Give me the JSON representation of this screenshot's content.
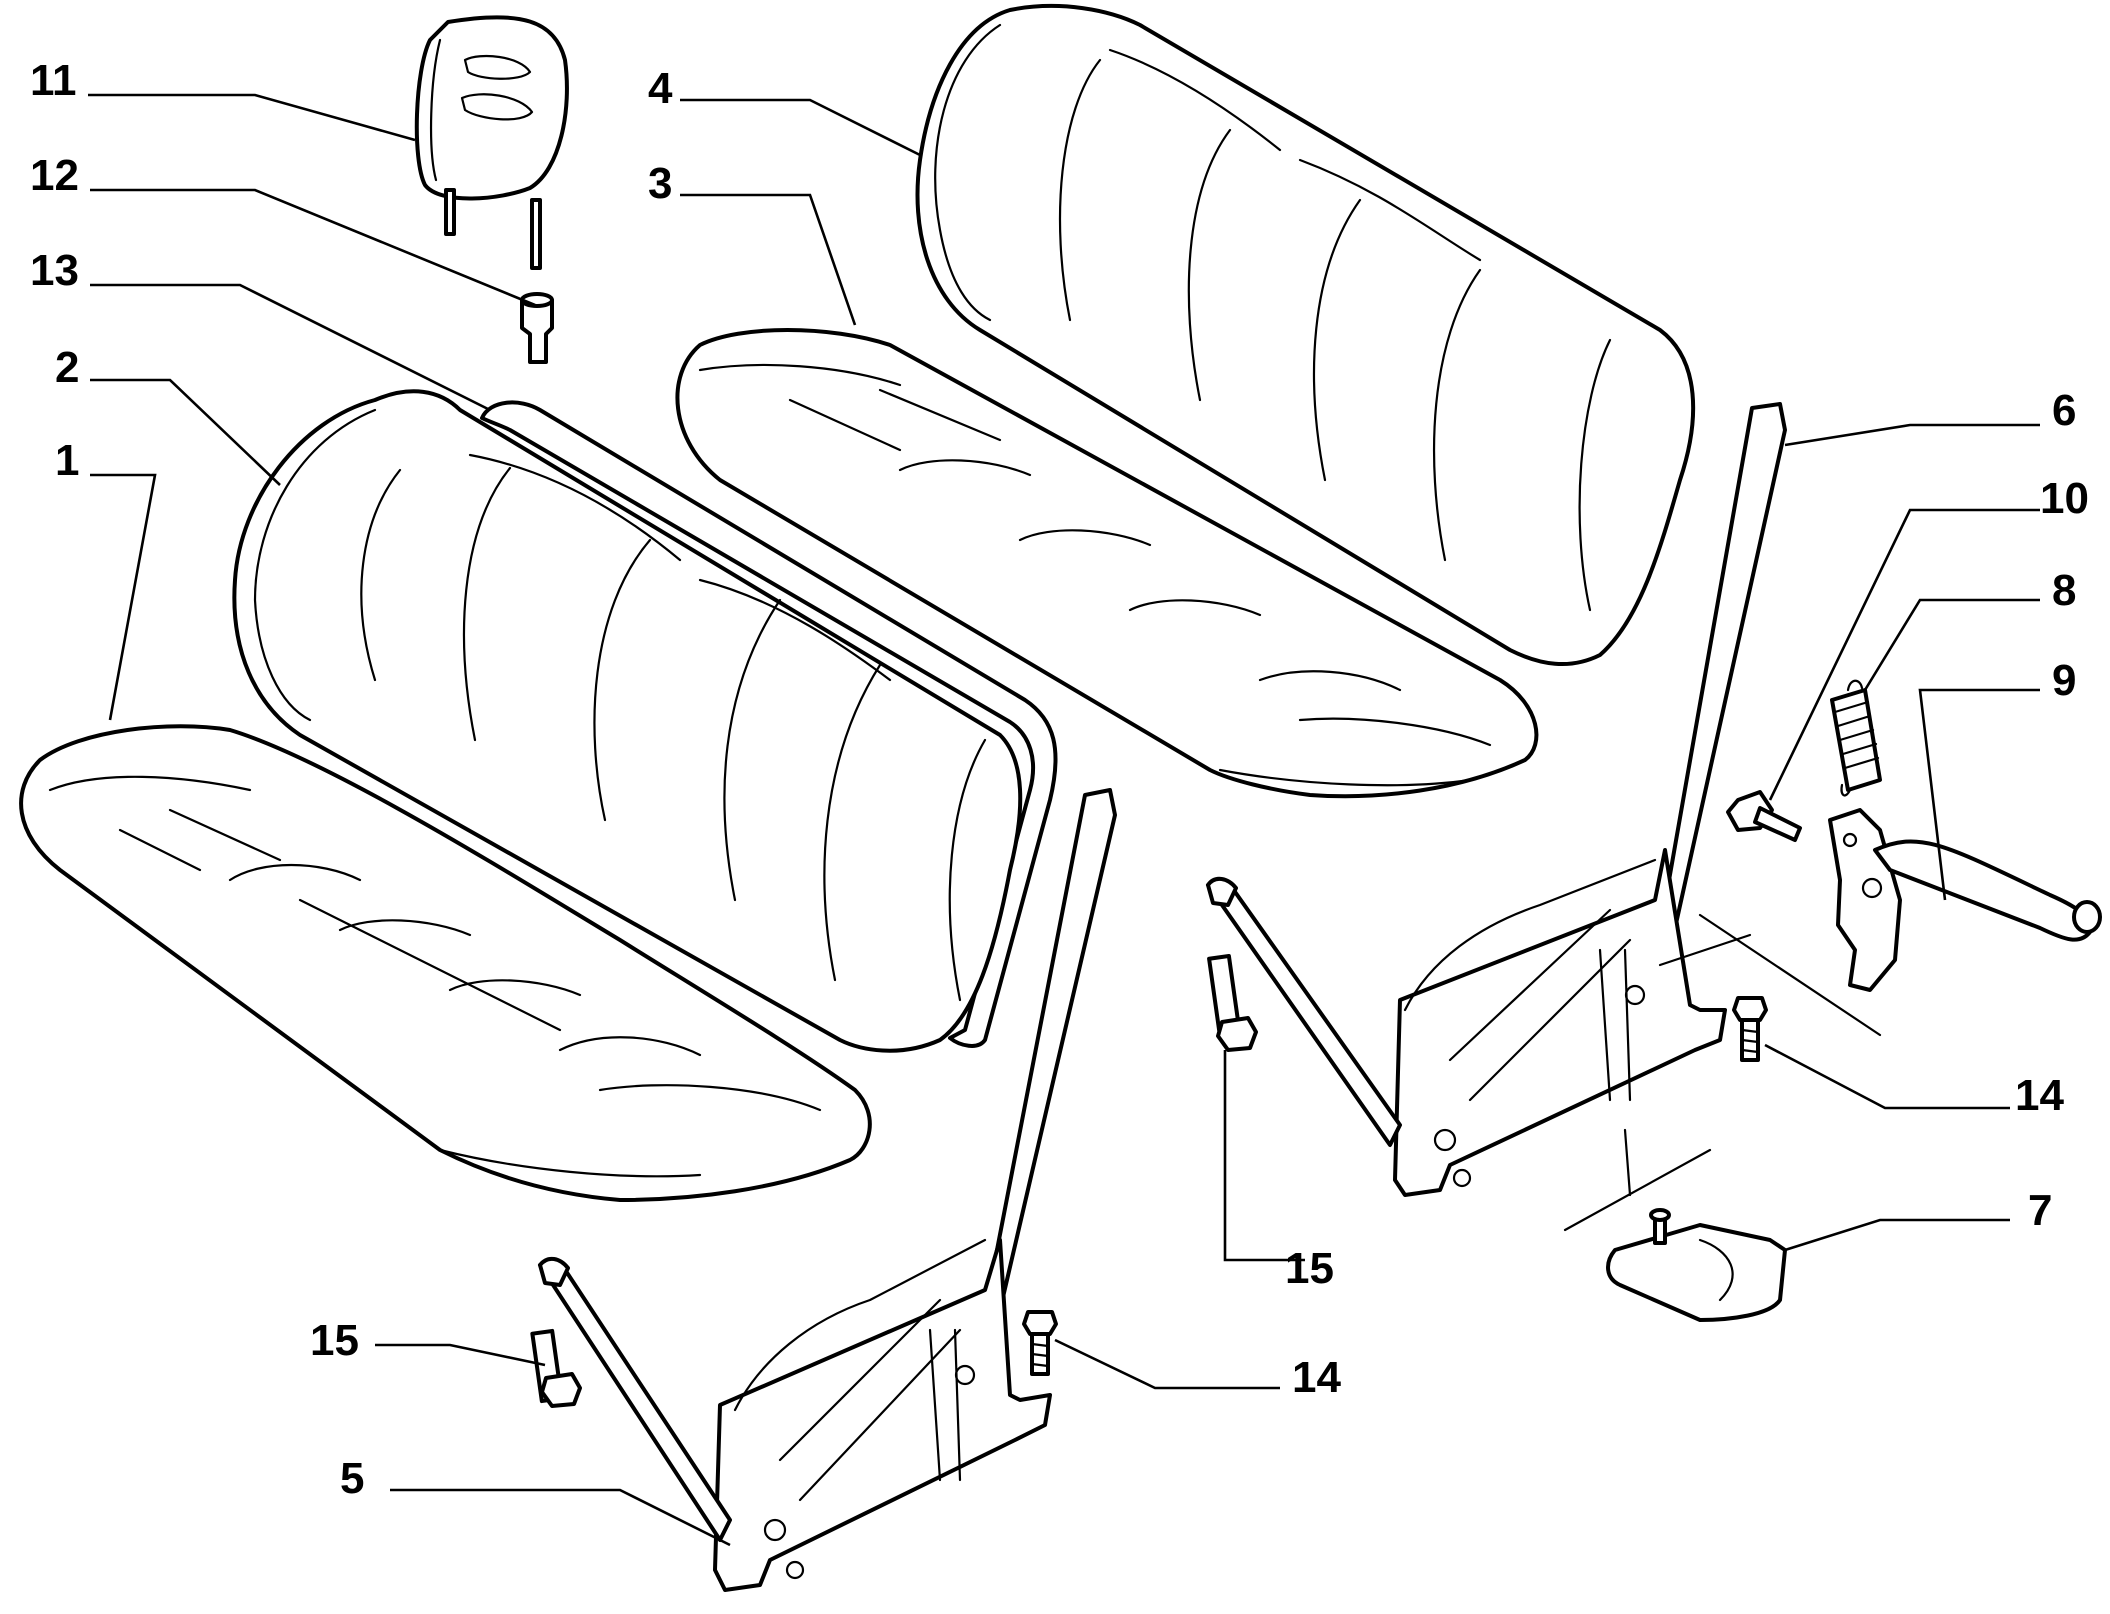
{
  "diagram": {
    "line_color": "#000000",
    "background": "#ffffff",
    "callouts": [
      {
        "label": "11"
      },
      {
        "label": "12"
      },
      {
        "label": "13"
      },
      {
        "label": "2"
      },
      {
        "label": "1"
      },
      {
        "label": "4"
      },
      {
        "label": "3"
      },
      {
        "label": "6"
      },
      {
        "label": "10"
      },
      {
        "label": "8"
      },
      {
        "label": "9"
      },
      {
        "label": "14"
      },
      {
        "label": "15"
      },
      {
        "label": "7"
      },
      {
        "label": "15"
      },
      {
        "label": "14"
      },
      {
        "label": "5"
      }
    ]
  }
}
